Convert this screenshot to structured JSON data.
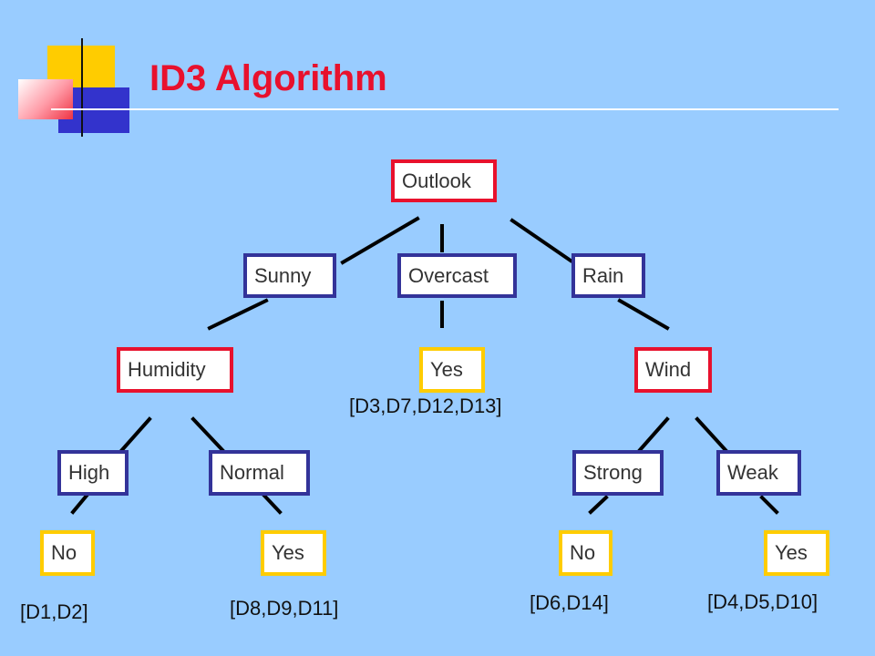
{
  "slide": {
    "title": "ID3 Algorithm"
  },
  "tree": {
    "root": "Outlook",
    "outlook_values": [
      "Sunny",
      "Overcast",
      "Rain"
    ],
    "humidity": "Humidity",
    "overcast_leaf": "Yes",
    "wind": "Wind",
    "humidity_values": [
      "High",
      "Normal"
    ],
    "wind_values": [
      "Strong",
      "Weak"
    ],
    "leaves": {
      "high": "No",
      "normal": "Yes",
      "strong": "No",
      "weak": "Yes"
    },
    "sets": {
      "overcast": "[D3,D7,D12,D13]",
      "high": "[D1,D2]",
      "normal": "[D8,D9,D11]",
      "strong": "[D6,D14]",
      "weak": "[D4,D5,D10]"
    }
  },
  "colors": {
    "background": "#99ccff",
    "title": "#e8112d",
    "attribute_border": "#e8112d",
    "value_border": "#333399",
    "leaf_border": "#ffcc00"
  }
}
